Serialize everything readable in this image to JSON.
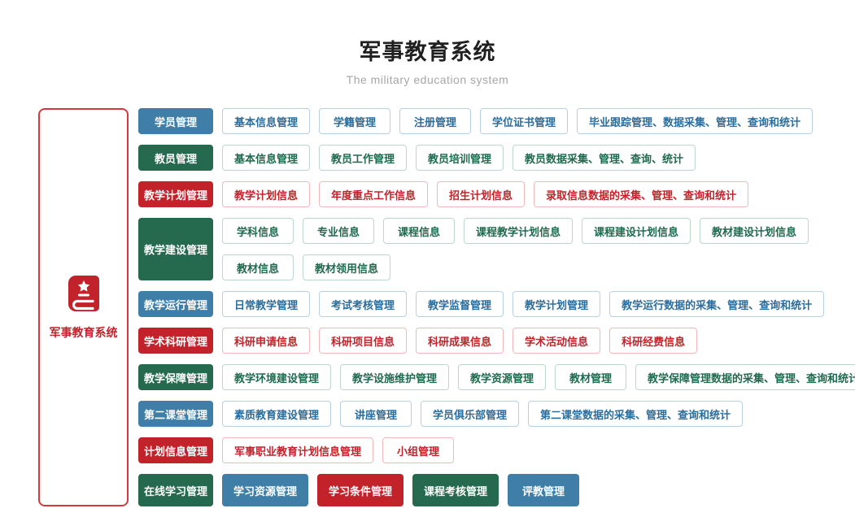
{
  "header": {
    "title": "军事教育系统",
    "subtitle": "The military education system"
  },
  "sidebar": {
    "label": "军事教育系统",
    "icon": "book-with-star-icon"
  },
  "colors": {
    "blue": "#3e7ea7",
    "green": "#25694e",
    "red": "#c2232b",
    "panel_border": "#d8383f"
  },
  "groups": [
    {
      "name": "学员管理",
      "color": "blue",
      "item_rows": [
        [
          {
            "label": "基本信息管理"
          },
          {
            "label": "学籍管理"
          },
          {
            "label": "注册管理"
          },
          {
            "label": "学位证书管理"
          },
          {
            "label": "毕业跟踪管理、数据采集、管理、查询和统计"
          }
        ]
      ]
    },
    {
      "name": "教员管理",
      "color": "green",
      "item_rows": [
        [
          {
            "label": "基本信息管理"
          },
          {
            "label": "教员工作管理"
          },
          {
            "label": "教员培训管理"
          },
          {
            "label": "教员数据采集、管理、查询、统计"
          }
        ]
      ]
    },
    {
      "name": "教学计划管理",
      "color": "red",
      "item_rows": [
        [
          {
            "label": "教学计划信息"
          },
          {
            "label": "年度重点工作信息"
          },
          {
            "label": "招生计划信息"
          },
          {
            "label": "录取信息数据的采集、管理、查询和统计"
          }
        ]
      ]
    },
    {
      "name": "教学建设管理",
      "color": "green",
      "item_rows": [
        [
          {
            "label": "学科信息"
          },
          {
            "label": "专业信息"
          },
          {
            "label": "课程信息"
          },
          {
            "label": "课程教学计划信息"
          },
          {
            "label": "课程建设计划信息"
          },
          {
            "label": "教材建设计划信息"
          }
        ],
        [
          {
            "label": "教材信息"
          },
          {
            "label": "教材领用信息"
          }
        ]
      ]
    },
    {
      "name": "教学运行管理",
      "color": "blue",
      "item_rows": [
        [
          {
            "label": "日常教学管理"
          },
          {
            "label": "考试考核管理"
          },
          {
            "label": "教学监督管理"
          },
          {
            "label": "教学计划管理"
          },
          {
            "label": "教学运行数据的采集、管理、查询和统计"
          }
        ]
      ]
    },
    {
      "name": "学术科研管理",
      "color": "red",
      "item_rows": [
        [
          {
            "label": "科研申请信息"
          },
          {
            "label": "科研项目信息"
          },
          {
            "label": "科研成果信息"
          },
          {
            "label": "学术活动信息"
          },
          {
            "label": "科研经费信息"
          }
        ]
      ]
    },
    {
      "name": "教学保障管理",
      "color": "green",
      "item_rows": [
        [
          {
            "label": "教学环境建设管理"
          },
          {
            "label": "教学设施维护管理"
          },
          {
            "label": "教学资源管理"
          },
          {
            "label": "教材管理"
          },
          {
            "label": "教学保障管理数据的采集、管理、查询和统计"
          }
        ]
      ]
    },
    {
      "name": "第二课堂管理",
      "color": "blue",
      "item_rows": [
        [
          {
            "label": "素质教育建设管理"
          },
          {
            "label": "讲座管理"
          },
          {
            "label": "学员俱乐部管理"
          },
          {
            "label": "第二课堂数据的采集、管理、查询和统计"
          }
        ]
      ]
    },
    {
      "name": "计划信息管理",
      "color": "red",
      "item_rows": [
        [
          {
            "label": "军事职业教育计划信息管理"
          },
          {
            "label": "小组管理"
          }
        ]
      ]
    },
    {
      "name": "在线学习管理",
      "color": "green",
      "tall": true,
      "item_rows": [
        [
          {
            "label": "学习资源管理",
            "solid": true,
            "color": "blue"
          },
          {
            "label": "学习条件管理",
            "solid": true,
            "color": "red"
          },
          {
            "label": "课程考核管理",
            "solid": true,
            "color": "green"
          },
          {
            "label": "评教管理",
            "solid": true,
            "color": "blue"
          }
        ]
      ]
    }
  ]
}
